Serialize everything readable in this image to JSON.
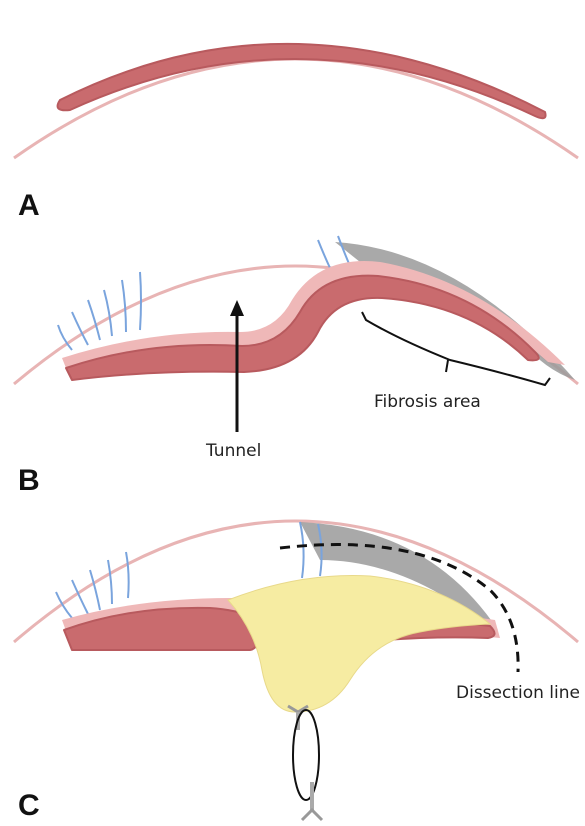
{
  "panels": [
    {
      "letter": "A"
    },
    {
      "letter": "B",
      "annotations": {
        "tunnel": "Tunnel",
        "fibrosis": "Fibrosis area"
      }
    },
    {
      "letter": "C",
      "annotations": {
        "dissection": "Dissection line"
      }
    }
  ],
  "colors": {
    "outer_wall": "#e8b4b4",
    "muscle": "#c96b6e",
    "submucosa": "#efb8b8",
    "fibers": "#7aa4dd",
    "fibrosis": "#9a9a9a",
    "fluid": "#f6eca2",
    "label_text": "#222222"
  }
}
